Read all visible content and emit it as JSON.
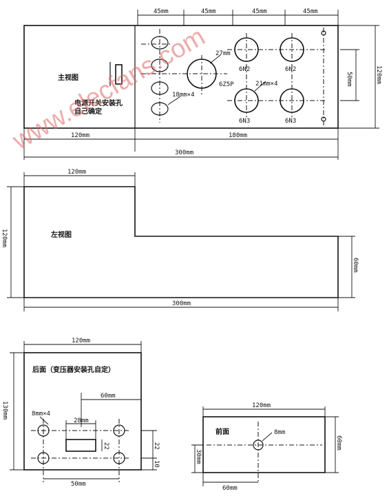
{
  "watermark": "www.elecfans.com",
  "main_view": {
    "title": "主视图",
    "note_line1": "电源开关安装孔",
    "note_line2": "自己确定",
    "dim_top": [
      "45mm",
      "45mm",
      "45mm",
      "45mm"
    ],
    "dim_bottom_left": "120mm",
    "dim_bottom_right": "180mm",
    "dim_total": "300mm",
    "dim_height": "120mm",
    "dim_spacing_v": "50mm",
    "hole_27": "27mm",
    "hole_18": "18mm×4",
    "hole_21": "21mm×4",
    "label_6z5p": "6Z5P",
    "label_6n2_a": "6N2",
    "label_6n2_b": "6N2",
    "label_6n3_a": "6N3",
    "label_6n3_b": "6N3"
  },
  "left_view": {
    "title": "左视图",
    "dim_top": "120mm",
    "dim_height": "120mm",
    "dim_right": "60mm",
    "dim_total": "300mm"
  },
  "back_view": {
    "title": "后面（变压器安装孔自定）",
    "dim_top": "120mm",
    "dim_height": "130mm",
    "dim_60": "60mm",
    "dim_hole": "8mm×4",
    "dim_28": "28mm",
    "dim_22a": "22",
    "dim_22b": "22",
    "dim_10": "10",
    "dim_50": "50mm"
  },
  "front_view": {
    "title": "前面",
    "dim_top": "120mm",
    "dim_hole": "8mm",
    "dim_right": "60mm",
    "dim_left": "30mm",
    "dim_bottom": "60mm"
  }
}
